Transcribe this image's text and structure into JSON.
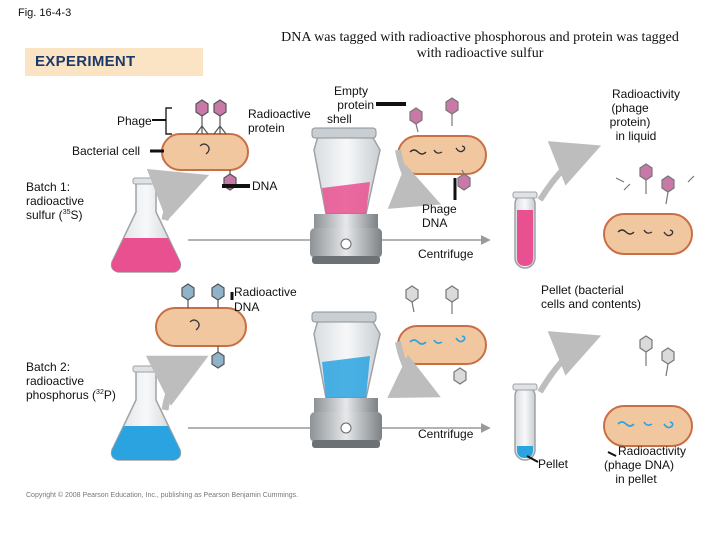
{
  "figure_label": "Fig. 16-4-3",
  "header": "DNA was tagged with radioactive phosphorous and protein was tagged with radioactive sulfur",
  "experiment_label": "EXPERIMENT",
  "labels": {
    "phage": "Phage",
    "bacterial_cell": "Bacterial cell",
    "radioactive_protein_1": "Radioactive",
    "radioactive_protein_2": "protein",
    "empty_shell_1": "Empty",
    "empty_shell_2": "protein",
    "empty_shell_3": "shell",
    "dna": "DNA",
    "phage_dna_1": "Phage",
    "phage_dna_2": "DNA",
    "radioactivity_liquid_1": "Radioactivity",
    "radioactivity_liquid_2": "(phage",
    "radioactivity_liquid_3": "protein)",
    "radioactivity_liquid_4": "in liquid",
    "batch1_1": "Batch 1:",
    "batch1_2": "radioactive",
    "batch1_3_pre": "sulfur (",
    "batch1_3_sup": "35",
    "batch1_3_post": "S)",
    "centrifuge_1": "Centrifuge",
    "radioactive_dna_1": "Radioactive",
    "radioactive_dna_2": "DNA",
    "pellet_desc_1": "Pellet (bacterial",
    "pellet_desc_2": "cells and contents)",
    "batch2_1": "Batch 2:",
    "batch2_2": "radioactive",
    "batch2_3_pre": "phosphorus (",
    "batch2_3_sup": "32",
    "batch2_3_post": "P)",
    "centrifuge_2": "Centrifuge",
    "pellet": "Pellet",
    "radioactivity_pellet_1": "Radioactivity",
    "radioactivity_pellet_2": "(phage DNA)",
    "radioactivity_pellet_3": "in pellet"
  },
  "copyright": "Copyright © 2008 Pearson Education, Inc., publishing as Pearson Benjamin Cummings.",
  "colors": {
    "batch1_liquid": "#e8508f",
    "batch2_liquid": "#2aa3e0",
    "cell_fill": "#f1c7a0",
    "cell_stroke": "#c86f45",
    "header_box": "#fbe4c4",
    "arrow_gray": "#bdbdbd"
  }
}
